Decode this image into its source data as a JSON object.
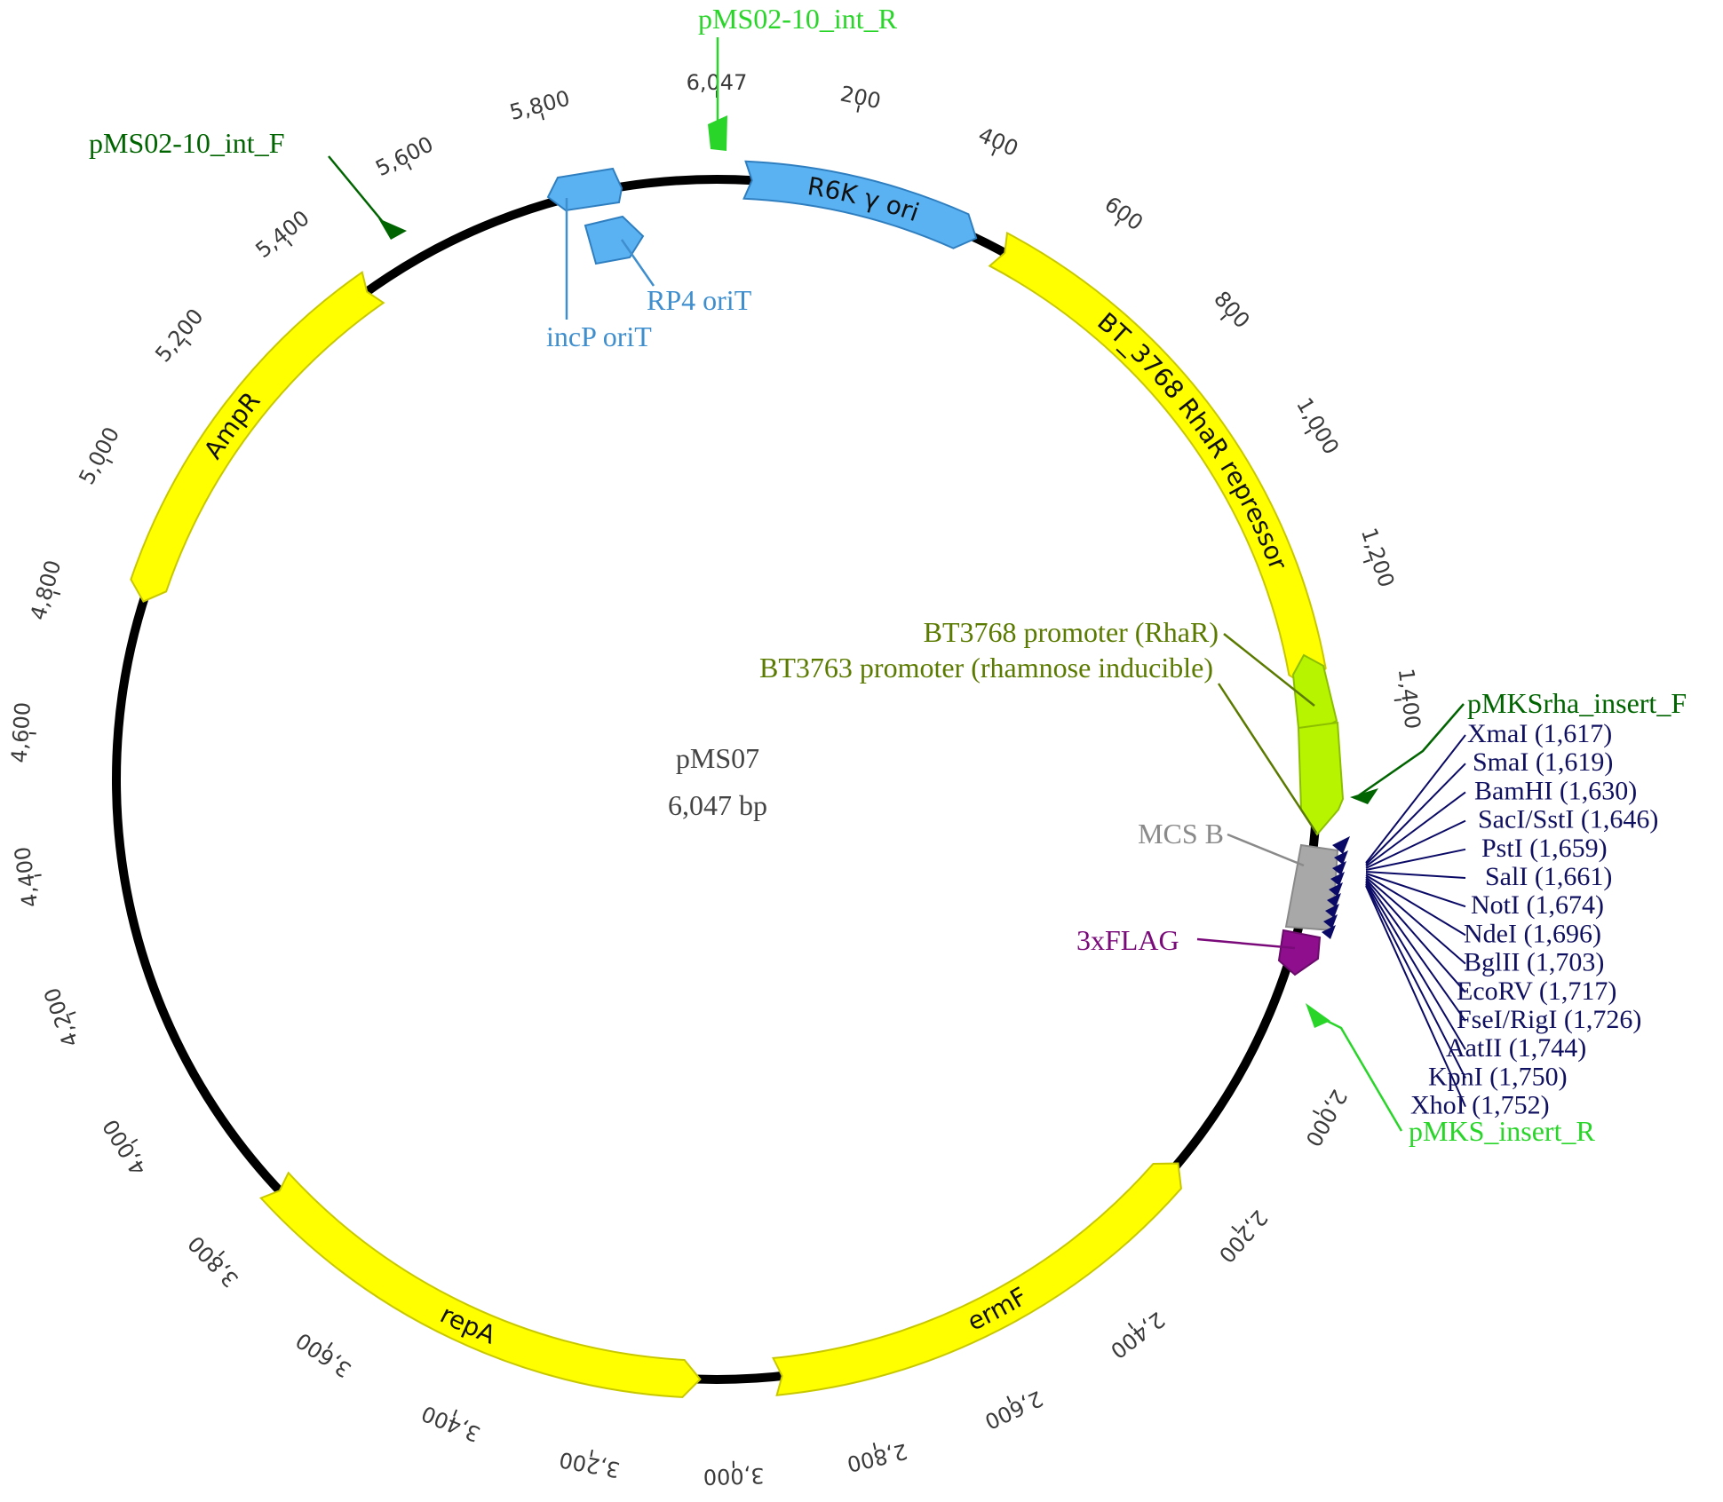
{
  "plasmid": {
    "name": "pMS07",
    "length_label": "6,047 bp",
    "length_bp": 6047
  },
  "colors": {
    "backbone": "#000000",
    "gene": "#ffff00",
    "gene_stroke": "#c8c800",
    "origin": "#5ab2f2",
    "origin_stroke": "#2f7fc0",
    "promoter": "#b6f400",
    "promoter_stroke": "#8cbf00",
    "mcs": "#a8a8a8",
    "flag": "#8e0e8e",
    "primer_dark": "#006400",
    "primer_light": "#2ad52a",
    "sites": "#0a0a66",
    "promoter_label": "#5b7a00",
    "origin_label": "#3f8fcf",
    "mcs_label": "#8a8a8a",
    "flag_label": "#7a0a7a"
  },
  "ticks": [
    {
      "label": "200",
      "bp": 200
    },
    {
      "label": "400",
      "bp": 400
    },
    {
      "label": "600",
      "bp": 600
    },
    {
      "label": "800",
      "bp": 800
    },
    {
      "label": "1,000",
      "bp": 1000
    },
    {
      "label": "1,200",
      "bp": 1200
    },
    {
      "label": "1,400",
      "bp": 1400
    },
    {
      "label": "2,000",
      "bp": 2000
    },
    {
      "label": "2,200",
      "bp": 2200
    },
    {
      "label": "2,400",
      "bp": 2400
    },
    {
      "label": "2,600",
      "bp": 2600
    },
    {
      "label": "2,800",
      "bp": 2800
    },
    {
      "label": "3,000",
      "bp": 3000
    },
    {
      "label": "3,200",
      "bp": 3200
    },
    {
      "label": "3,400",
      "bp": 3400
    },
    {
      "label": "3,600",
      "bp": 3600
    },
    {
      "label": "3,800",
      "bp": 3800
    },
    {
      "label": "4,000",
      "bp": 4000
    },
    {
      "label": "4,200",
      "bp": 4200
    },
    {
      "label": "4,400",
      "bp": 4400
    },
    {
      "label": "4,600",
      "bp": 4600
    },
    {
      "label": "4,800",
      "bp": 4800
    },
    {
      "label": "5,000",
      "bp": 5000
    },
    {
      "label": "5,200",
      "bp": 5200
    },
    {
      "label": "5,400",
      "bp": 5400
    },
    {
      "label": "5,600",
      "bp": 5600
    },
    {
      "label": "5,800",
      "bp": 5800
    },
    {
      "label": "6,047",
      "bp": 6047
    }
  ],
  "features": [
    {
      "name": "R6K γ ori",
      "kind": "origin",
      "start": 45,
      "end": 430,
      "direction": "forward",
      "label_inside": true
    },
    {
      "name": "BT_3768 RhaR repressor",
      "kind": "gene",
      "start": 470,
      "end": 1365,
      "direction": "forward",
      "label_inside": true
    },
    {
      "name": "ermF",
      "kind": "gene",
      "start": 2180,
      "end": 2930,
      "direction": "reverse",
      "label_inside": true
    },
    {
      "name": "repA",
      "kind": "gene",
      "start": 3050,
      "end": 3820,
      "direction": "reverse",
      "label_inside": true
    },
    {
      "name": "AmpR",
      "kind": "gene",
      "start": 4825,
      "end": 5460,
      "direction": "reverse",
      "label_inside": true
    }
  ],
  "external_labels": {
    "incP_oriT": "incP oriT",
    "RP4_oriT": "RP4 oriT",
    "pMS02_10_int_F": "pMS02-10_int_F",
    "pMS02_10_int_R": "pMS02-10_int_R",
    "BT3768_promoter": "BT3768 promoter (RhaR)",
    "BT3763_promoter": "BT3763 promoter (rhamnose inducible)",
    "MCS_B": "MCS B",
    "flag": "3xFLAG",
    "pMKSrha_insert_F": "pMKSrha_insert_F",
    "pMKS_insert_R": "pMKS_insert_R"
  },
  "restriction_sites": [
    {
      "label": "XmaI (1,617)",
      "bp": 1617
    },
    {
      "label": "SmaI (1,619)",
      "bp": 1619
    },
    {
      "label": "BamHI (1,630)",
      "bp": 1630
    },
    {
      "label": "SacI/SstI (1,646)",
      "bp": 1646
    },
    {
      "label": "PstI (1,659)",
      "bp": 1659
    },
    {
      "label": "SalI (1,661)",
      "bp": 1661
    },
    {
      "label": "NotI (1,674)",
      "bp": 1674
    },
    {
      "label": "NdeI (1,696)",
      "bp": 1696
    },
    {
      "label": "BglII (1,703)",
      "bp": 1703
    },
    {
      "label": "EcoRV (1,717)",
      "bp": 1717
    },
    {
      "label": "FseI/RigI (1,726)",
      "bp": 1726
    },
    {
      "label": "AatII (1,744)",
      "bp": 1744
    },
    {
      "label": "KpnI (1,750)",
      "bp": 1750
    },
    {
      "label": "XhoI (1,752)",
      "bp": 1752
    }
  ]
}
